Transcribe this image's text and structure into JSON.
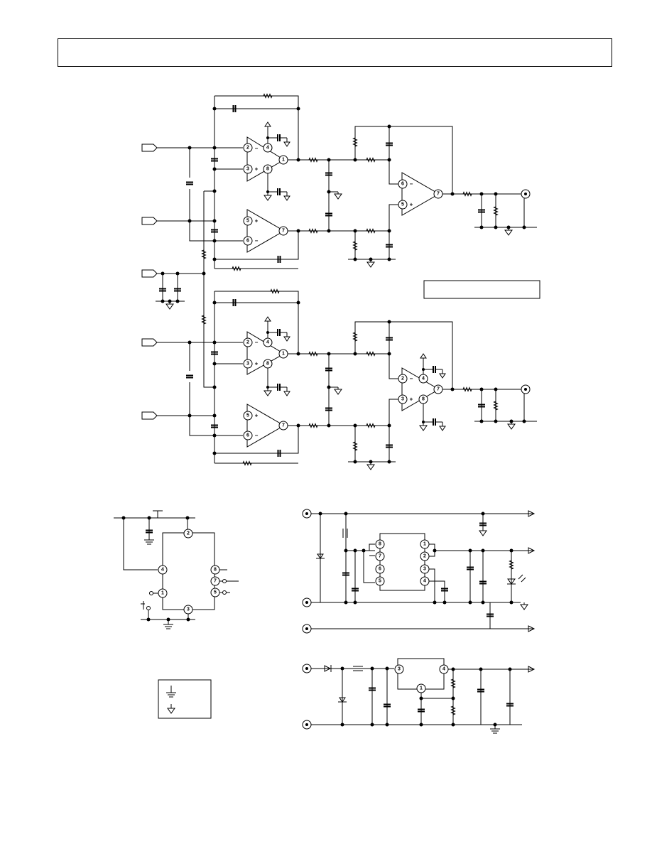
{
  "page": {
    "header_label": "",
    "inset_label": ""
  },
  "amp_sections": [
    {
      "id": "upper-channel",
      "input_amps": [
        {
          "inverting_pin": "2",
          "noninverting_pin": "3",
          "output_pin": "1",
          "supply_pos_pin": "4",
          "supply_neg_pin": "8"
        },
        {
          "inverting_pin": "6",
          "noninverting_pin": "5",
          "output_pin": "7"
        }
      ],
      "diff_amp": {
        "inverting_pin": "6",
        "noninverting_pin": "5",
        "output_pin": "7"
      }
    },
    {
      "id": "lower-channel",
      "input_amps": [
        {
          "inverting_pin": "2",
          "noninverting_pin": "3",
          "output_pin": "1",
          "supply_pos_pin": "4",
          "supply_neg_pin": "8"
        },
        {
          "inverting_pin": "6",
          "noninverting_pin": "5",
          "output_pin": "7"
        }
      ],
      "diff_amp": {
        "inverting_pin": "2",
        "noninverting_pin": "3",
        "output_pin": "7",
        "supply_pos_pin": "4",
        "supply_neg_pin": "8"
      }
    }
  ],
  "reference_ic": {
    "pins": [
      "2",
      "4",
      "1",
      "8",
      "7",
      "5",
      "3"
    ]
  },
  "regulator_ic": {
    "left_pins": [
      "8",
      "7",
      "6",
      "5"
    ],
    "right_pins": [
      "1",
      "2",
      "3",
      "4"
    ]
  },
  "regulator_3pin": {
    "pins": [
      "3",
      "1",
      "4"
    ]
  },
  "amp_symbols": {
    "minus": "−",
    "plus": "+"
  },
  "legend": {
    "entries": [
      {
        "icon": "chassis-ground-icon",
        "text": ""
      },
      {
        "icon": "signal-ground-icon",
        "text": ""
      }
    ]
  },
  "colors": {
    "ink": "#000000",
    "paper": "#ffffff"
  }
}
